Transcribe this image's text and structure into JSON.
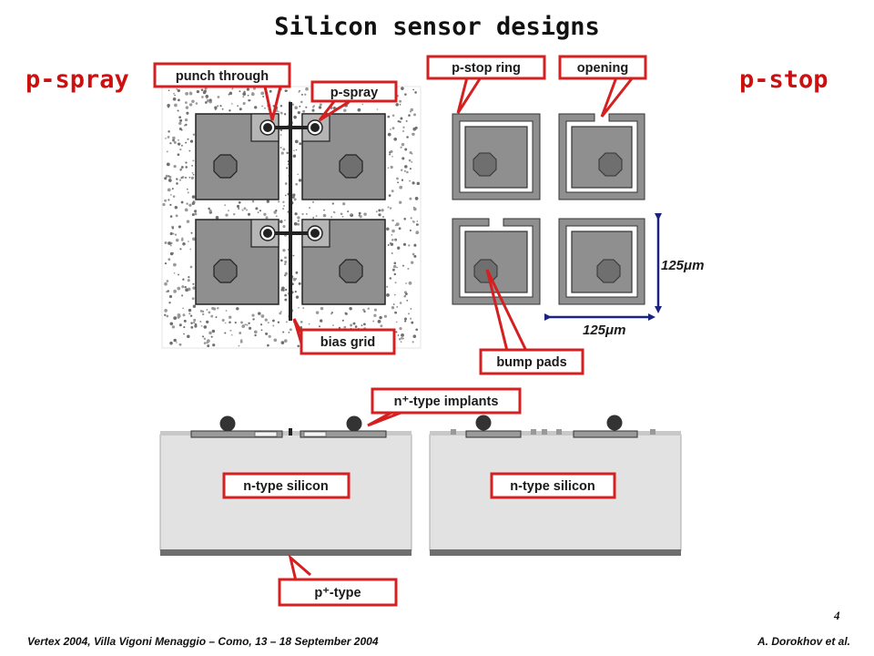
{
  "slide": {
    "title": "Silicon sensor designs",
    "left_heading": "p-spray",
    "right_heading": "p-stop",
    "page_number": "4"
  },
  "callouts": {
    "punch_through": "punch through",
    "p_spray": "p-spray",
    "bias_grid": "bias grid",
    "p_stop_ring": "p-stop ring",
    "opening": "opening",
    "bump_pads": "bump pads",
    "dimension_vertical": "125μm",
    "dimension_horizontal": "125μm",
    "n_implants": "n⁺-type implants",
    "n_silicon_left": "n-type silicon",
    "n_silicon_right": "n-type silicon",
    "p_type": "p⁺-type"
  },
  "colors": {
    "callout_border": "#d42020",
    "heading_red": "#cc1010",
    "pixel_gray": "#8f8f8f",
    "bulk_gray": "#e2e2e2"
  },
  "footer": {
    "left": "Vertex 2004, Villa Vigoni  Menaggio – Como, 13 – 18 September 2004",
    "right": "A. Dorokhov et al."
  }
}
